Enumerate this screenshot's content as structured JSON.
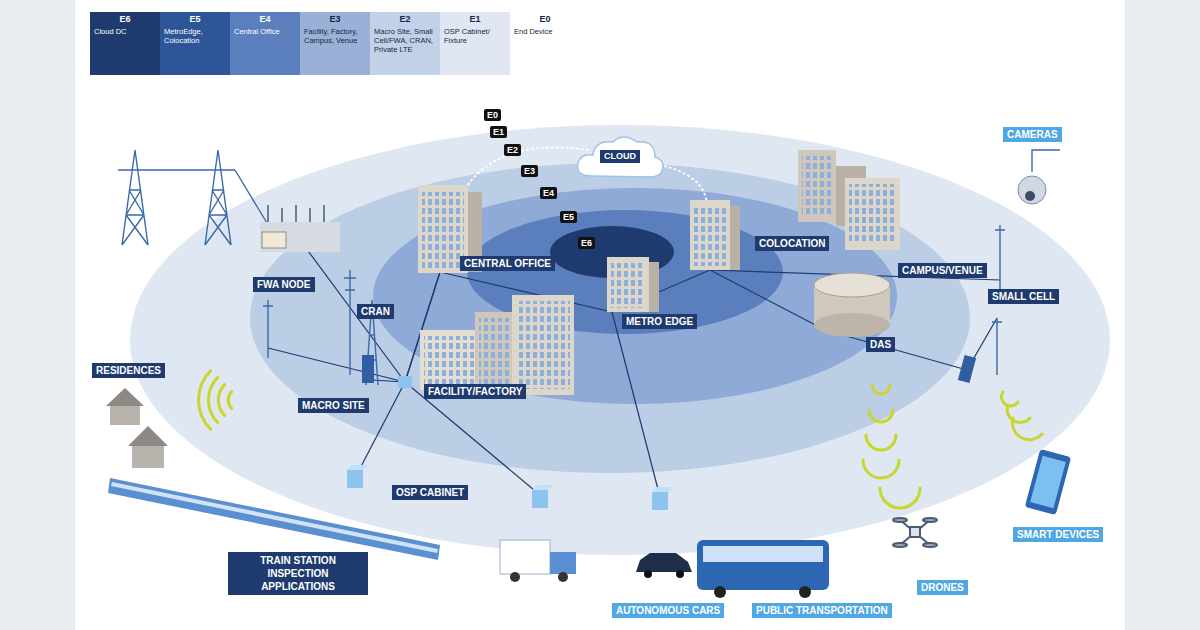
{
  "diagram": {
    "nodes": [
      {
        "text": [
          "E6",
          "Cloud DC"
        ]
      },
      {
        "text": [
          "E5",
          "MetroEdge, Colocation"
        ]
      },
      {
        "text": [
          "E4",
          "Central Office"
        ]
      },
      {
        "text": [
          "E3",
          "Facility, Factory, Campus, Venue"
        ]
      },
      {
        "text": [
          "E2",
          "Macro Site, Small Cell/FWA, CRAN, Private LTE"
        ]
      },
      {
        "text": [
          "E1",
          "OSP Cabinet/ Fixture"
        ]
      },
      {
        "text": [
          "E0",
          "End Device"
        ]
      },
      {
        "text": [
          "CLOUD"
        ]
      },
      {
        "text": [
          "CAMERAS"
        ]
      },
      {
        "text": [
          "CENTRAL OFFICE"
        ]
      },
      {
        "text": [
          "COLOCATION"
        ]
      },
      {
        "text": [
          "CAMPUS/VENUE"
        ]
      },
      {
        "text": [
          "FWA NODE"
        ]
      },
      {
        "text": [
          "CRAN"
        ]
      },
      {
        "text": [
          "SMALL CELL"
        ]
      },
      {
        "text": [
          "METRO EDGE"
        ]
      },
      {
        "text": [
          "DAS"
        ]
      },
      {
        "text": [
          "RESIDENCES"
        ]
      },
      {
        "text": [
          "FACILITY/FACTORY"
        ]
      },
      {
        "text": [
          "MACRO SITE"
        ]
      },
      {
        "text": [
          "OSP CABINET"
        ]
      },
      {
        "text": [
          "TRAIN STATION INSPECTION APPLICATIONS"
        ]
      },
      {
        "text": [
          "SMART DEVICES"
        ]
      },
      {
        "text": [
          "DRONES"
        ]
      },
      {
        "text": [
          "AUTONOMOUS CARS"
        ]
      },
      {
        "text": [
          "PUBLIC TRANSPORTATION"
        ]
      }
    ],
    "labels": [
      "E0",
      "E1",
      "E2",
      "E3",
      "E4",
      "E5",
      "E6"
    ]
  }
}
